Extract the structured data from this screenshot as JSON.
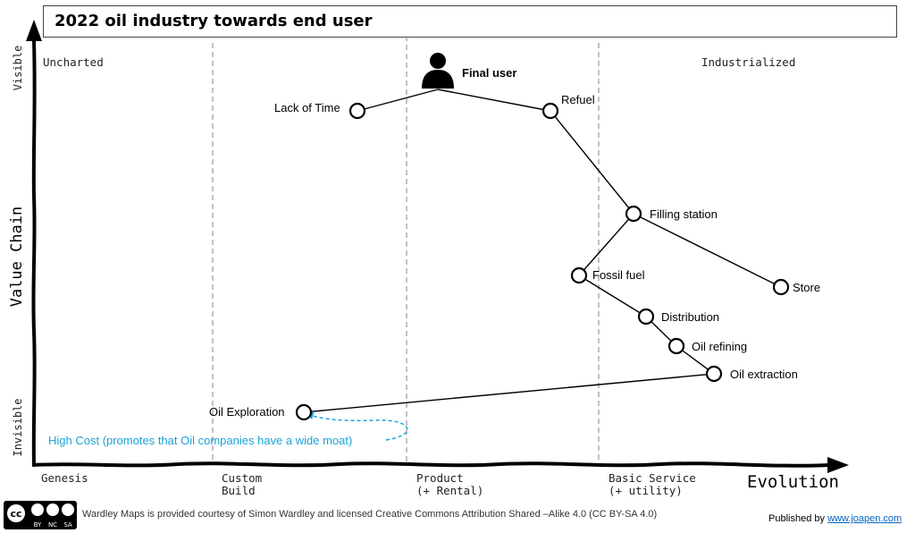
{
  "title": "2022 oil industry towards end user",
  "y_axis": {
    "label": "Value Chain",
    "top": "Visible",
    "bottom": "Invisible"
  },
  "x_axis": {
    "label": "Evolution",
    "stages": [
      "Genesis",
      "Custom\nBuild",
      "Product\n(+ Rental)",
      "Basic Service\n(+ utility)"
    ],
    "stage_lines": [
      "Custom",
      "Build",
      "Product",
      "(+ Rental)",
      "Basic Service",
      "(+ utility)"
    ]
  },
  "regions": {
    "left": "Uncharted",
    "right": "Industrialized"
  },
  "user": {
    "label": "Final user"
  },
  "components": [
    {
      "id": "lack_of_time",
      "label": "Lack of Time"
    },
    {
      "id": "refuel",
      "label": "Refuel"
    },
    {
      "id": "filling_station",
      "label": "Filling station"
    },
    {
      "id": "fossil_fuel",
      "label": "Fossil fuel"
    },
    {
      "id": "store",
      "label": "Store"
    },
    {
      "id": "distribution",
      "label": "Distribution"
    },
    {
      "id": "oil_refining",
      "label": "Oil refining"
    },
    {
      "id": "oil_extraction",
      "label": "Oil extraction"
    },
    {
      "id": "oil_exploration",
      "label": "Oil Exploration"
    }
  ],
  "links": [
    [
      "final_user",
      "lack_of_time"
    ],
    [
      "final_user",
      "refuel"
    ],
    [
      "refuel",
      "filling_station"
    ],
    [
      "filling_station",
      "fossil_fuel"
    ],
    [
      "filling_station",
      "store"
    ],
    [
      "fossil_fuel",
      "distribution"
    ],
    [
      "distribution",
      "oil_refining"
    ],
    [
      "oil_refining",
      "oil_extraction"
    ],
    [
      "oil_extraction",
      "oil_exploration"
    ]
  ],
  "annotation": {
    "text": "High Cost (promotes that Oil companies have a wide moat)",
    "color": "#1aa3d8"
  },
  "footer": {
    "license_text": "Wardley Maps is provided courtesy of Simon Wardley and licensed  Creative Commons Attribution Shared –Alike 4.0 (CC BY-SA 4.0)",
    "published_label": "Published by",
    "published_link": "www.joapen.com",
    "cc_badge": {
      "top": "cc",
      "icons": [
        "BY",
        "NC",
        "SA"
      ]
    }
  }
}
